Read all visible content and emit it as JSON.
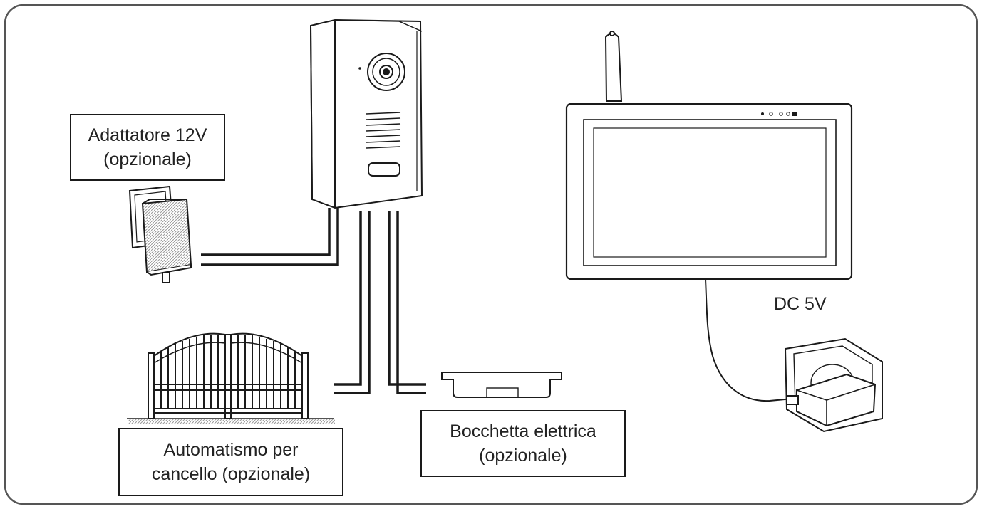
{
  "labels": {
    "adapter": {
      "line1": "Adattatore 12V",
      "line2": "(opzionale)"
    },
    "gate": {
      "line1": "Automatismo per",
      "line2": "cancello (opzionale)"
    },
    "strike": {
      "line1": "Bocchetta elettrica",
      "line2": "(opzionale)"
    },
    "monitor_power": "DC 5V"
  },
  "colors": {
    "line": "#1a1a1a",
    "frame": "#555555",
    "device_fill": "#f7f7f7",
    "shade": "#d9d9d9"
  },
  "icons": [
    "outdoor-unit-icon",
    "power-adapter-icon",
    "monitor-icon",
    "wall-outlet-icon",
    "gate-icon",
    "electric-strike-icon"
  ]
}
